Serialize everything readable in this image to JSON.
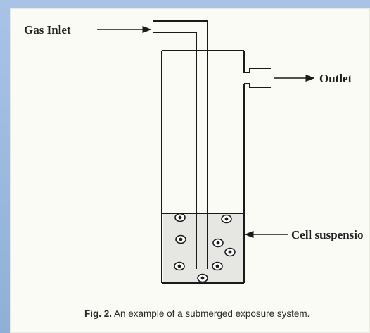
{
  "labels": {
    "gas_inlet": "Gas Inlet",
    "outlet": "Outlet",
    "cell_suspension": "Cell suspensio"
  },
  "caption": {
    "fig": "Fig. 2.",
    "text": "An example of a submerged exposure system."
  },
  "colors": {
    "line": "#1a1a1a",
    "liquid": "#e6e7e2",
    "paper": "#fbfbf6",
    "frame": "#8fb0d6"
  }
}
